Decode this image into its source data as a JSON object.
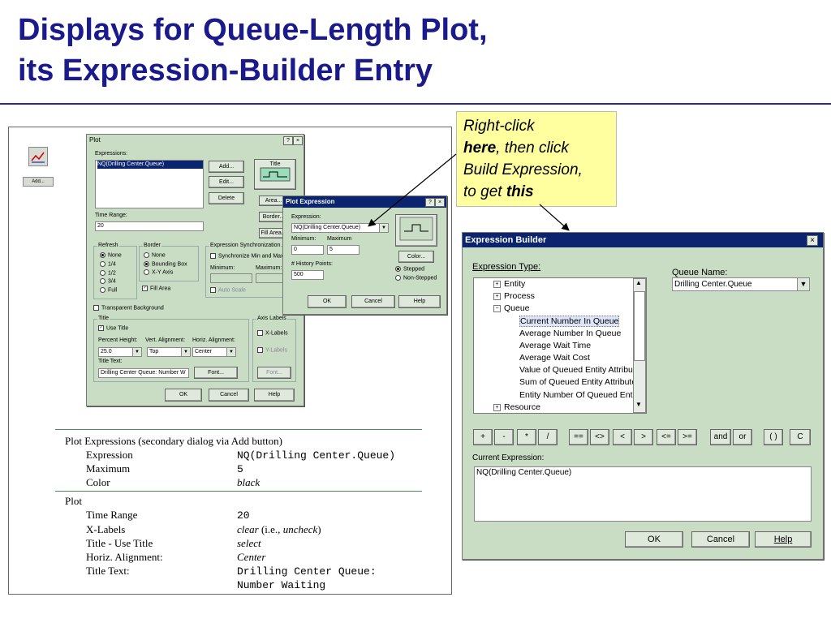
{
  "slide": {
    "title_line1": "Displays for Queue-Length Plot,",
    "title_line2": "its Expression-Builder Entry"
  },
  "toolbar": {
    "add_label": "Add..."
  },
  "plot_dialog": {
    "title": "Plot",
    "help_btn": "?",
    "close_btn": "×",
    "expressions_label": "Expressions:",
    "expression_item": "NQ(Drilling Center.Queue)",
    "add_btn": "Add...",
    "edit_btn": "Edit...",
    "delete_btn": "Delete",
    "title_btn": "Title",
    "area_btn": "Area...",
    "border_btn": "Border...",
    "fill_area_btn": "Fill Area...",
    "time_range_label": "Time Range:",
    "time_range_value": "20",
    "refresh_label": "Refresh",
    "refresh_options": [
      "None",
      "1/4",
      "1/2",
      "3/4",
      "Full"
    ],
    "border_label": "Border",
    "border_options": [
      "None",
      "Bounding Box",
      "X-Y Axis"
    ],
    "fill_area_label": "Fill Area",
    "sync_label": "Expression Synchronization",
    "sync_check": "Synchronize Min and Max",
    "minimum_label": "Minimum:",
    "maximum_label": "Maximum:",
    "auto_scale": "Auto Scale",
    "transparent_bg": "Transparent Background",
    "title_group": "Title",
    "use_title": "Use Title",
    "percent_height_label": "Percent Height:",
    "percent_height_value": "25.0",
    "vert_align_label": "Vert. Alignment:",
    "vert_align_value": "Top",
    "horiz_align_label": "Horiz. Alignment:",
    "horiz_align_value": "Center",
    "title_text_label": "Title Text:",
    "title_text_value": "Drilling Center Queue: Number W",
    "font_btn": "Font...",
    "axis_labels_group": "Axis Labels",
    "x_labels": "X-Labels",
    "y_labels": "Y-Labels",
    "axis_font_btn": "Font...",
    "ok_btn": "OK",
    "cancel_btn": "Cancel",
    "help_btn2": "Help"
  },
  "plot_expression_dialog": {
    "title": "Plot Expression",
    "help_btn": "?",
    "close_btn": "×",
    "expression_label": "Expression:",
    "expression_value": "NQ(Drilling Center.Queue)",
    "minimum_label": "Minimum:",
    "minimum_value": "0",
    "maximum_label": "Maximum",
    "maximum_value": "5",
    "history_label": "# History Points:",
    "history_value": "500",
    "color_btn": "Color...",
    "stepped": "Stepped",
    "non_stepped": "Non-Stepped",
    "ok_btn": "OK",
    "cancel_btn": "Cancel",
    "help_btn2": "Help"
  },
  "callout": {
    "line1": "Right-click",
    "here": "here",
    "line2_rest": ", then click",
    "line3": "Build Expression,",
    "line4": "to get ",
    "this": "this"
  },
  "expression_builder": {
    "title": "Expression Builder",
    "close_btn": "×",
    "expression_type_label": "Expression Type:",
    "queue_name_label": "Queue Name:",
    "queue_name_value": "Drilling Center.Queue",
    "tree": {
      "entity": "Entity",
      "process": "Process",
      "queue": "Queue",
      "children": [
        "Current Number In Queue",
        "Average Number In Queue",
        "Average Wait Time",
        "Average Wait Cost",
        "Value of Queued Entity Attribute",
        "Sum of Queued Entity Attributes",
        "Entity Number Of Queued Entity"
      ],
      "resource": "Resource"
    },
    "operators": [
      "+",
      "-",
      "*",
      "/",
      "==",
      "<>",
      "<",
      ">",
      "<=",
      ">=",
      "and",
      "or",
      "( )",
      "C"
    ],
    "current_expression_label": "Current Expression:",
    "current_expression_value": "NQ(Drilling Center.Queue)",
    "ok_btn": "OK",
    "cancel_btn": "Cancel",
    "help_btn": "Help"
  },
  "table": {
    "group1_title": "Plot Expressions (secondary dialog via Add button)",
    "group1_rows": [
      {
        "label": "Expression",
        "value": "NQ(Drilling Center.Queue)"
      },
      {
        "label": "Maximum",
        "value": "5"
      },
      {
        "label": "Color",
        "value": "black"
      }
    ],
    "group2_title": "Plot",
    "group2_rows": [
      {
        "label": "Time Range",
        "value": "20"
      },
      {
        "label": "X-Labels",
        "value_pre": "clear",
        "value_mid": " (i.e., ",
        "value_em": "uncheck",
        "value_post": ")"
      },
      {
        "label": "Title - Use Title",
        "value": "select"
      },
      {
        "label": "Horiz. Alignment:",
        "value": "Center"
      },
      {
        "label": "Title Text:",
        "value_line1": "Drilling Center Queue:",
        "value_line2": "Number Waiting"
      }
    ]
  },
  "colors": {
    "title": "#1a1a8c",
    "dialog_bg": "#c9dcc4",
    "callout_bg": "#ffffa0",
    "titlebar_active": "#0a2470"
  }
}
